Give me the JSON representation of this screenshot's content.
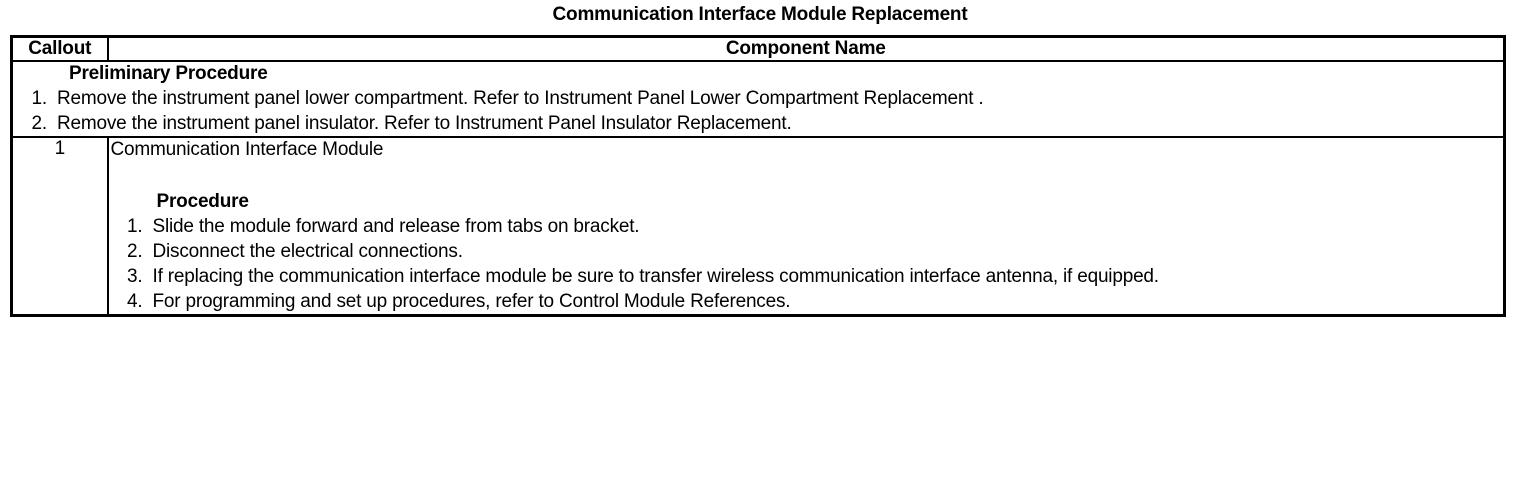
{
  "document": {
    "title": "Communication Interface Module Replacement"
  },
  "table": {
    "headers": {
      "callout": "Callout",
      "component_name": "Component Name"
    },
    "preliminary": {
      "heading": "Preliminary Procedure",
      "steps": [
        {
          "marker": "1.",
          "text": "Remove the instrument panel lower compartment. Refer to Instrument Panel Lower Compartment Replacement ."
        },
        {
          "marker": "2.",
          "text": "Remove the instrument panel insulator. Refer to Instrument Panel Insulator Replacement."
        }
      ]
    },
    "rows": [
      {
        "callout": "1",
        "component_name": "Communication Interface Module",
        "procedure_heading": "Procedure",
        "steps": [
          {
            "marker": "1.",
            "text": "Slide the module forward and release from tabs on bracket."
          },
          {
            "marker": "2.",
            "text": "Disconnect the electrical connections."
          },
          {
            "marker": "3.",
            "text": "If replacing the communication interface module be sure to transfer wireless communication interface antenna, if equipped."
          },
          {
            "marker": "4.",
            "text": "For programming and set up procedures, refer to Control Module References."
          }
        ]
      }
    ]
  },
  "colors": {
    "border": "#000000",
    "text": "#000000",
    "background": "#ffffff"
  }
}
